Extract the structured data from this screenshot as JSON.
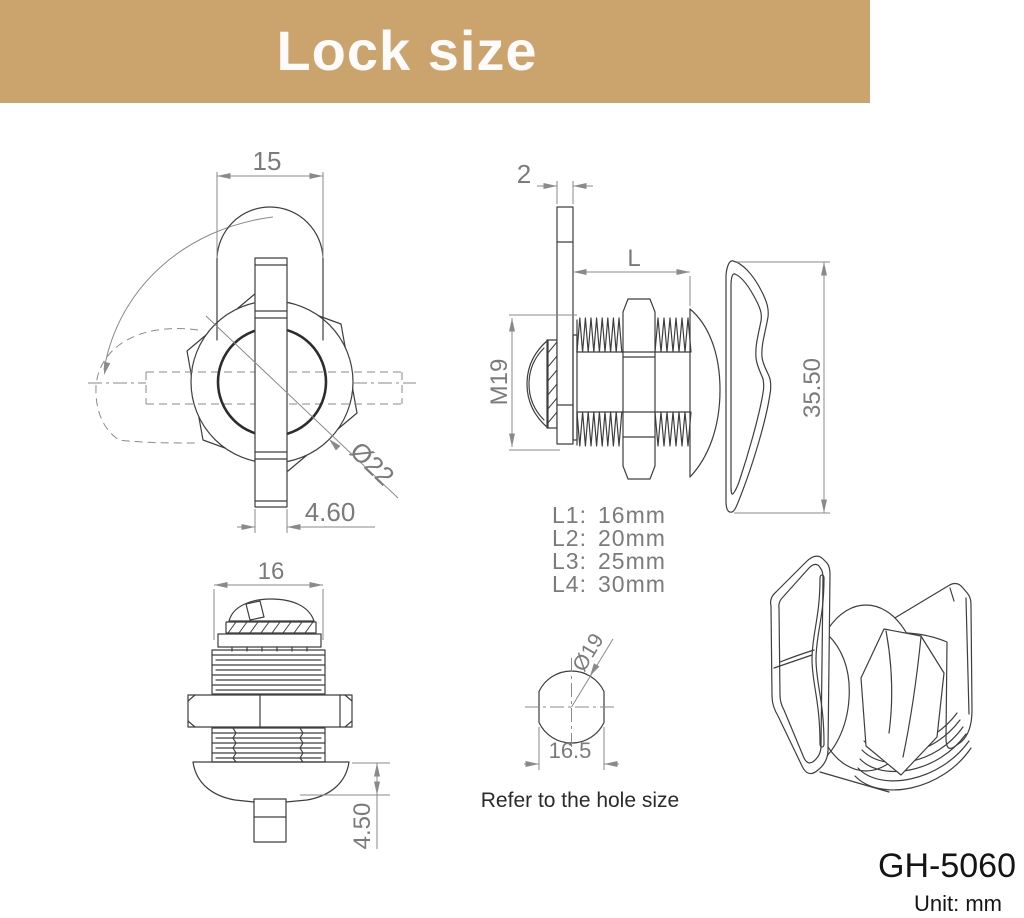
{
  "header": {
    "title": "Lock size",
    "accent_color": "#cba46d"
  },
  "front_view": {
    "width": "15",
    "cam_width": "4.60",
    "body_diameter": "Ø22"
  },
  "side_view": {
    "cam_thickness": "2",
    "thread_length": "L",
    "thread_size": "M19",
    "knob_height": "35.50",
    "length_options": [
      {
        "label": "L1:",
        "value": "16mm"
      },
      {
        "label": "L2:",
        "value": "20mm"
      },
      {
        "label": "L3:",
        "value": "25mm"
      },
      {
        "label": "L4:",
        "value": "30mm"
      }
    ]
  },
  "bottom_view": {
    "width": "16",
    "bezel_height": "4.50"
  },
  "hole_view": {
    "hole_diameter": "Ø19",
    "hole_width": "16.5",
    "caption": "Refer to the hole size"
  },
  "footer": {
    "model": "GH-5060",
    "unit_label": "Unit: mm"
  }
}
